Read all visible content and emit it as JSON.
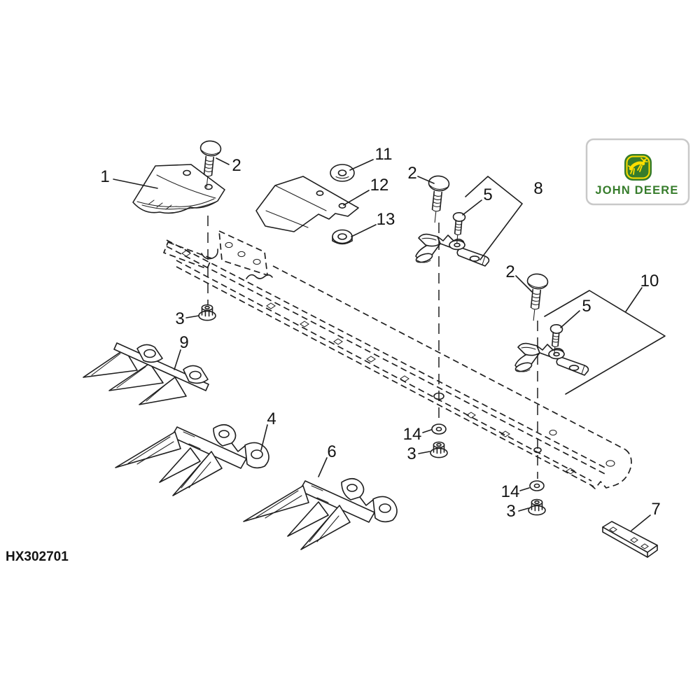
{
  "drawing": {
    "number": "HX302701",
    "callouts": {
      "c1": "1",
      "c2_left": "2",
      "c2_mid": "2",
      "c2_right": "2",
      "c3_left": "3",
      "c3_mid": "3",
      "c3_right": "3",
      "c4": "4",
      "c5_mid": "5",
      "c5_right": "5",
      "c6": "6",
      "c7": "7",
      "c8": "8",
      "c9": "9",
      "c10": "10",
      "c11": "11",
      "c12": "12",
      "c13": "13",
      "c14_mid": "14",
      "c14_right": "14"
    }
  },
  "logo": {
    "brand": "JOHN DEERE",
    "green": "#367C2B",
    "yellow": "#FFDE00",
    "border": "#c9c9c9"
  },
  "colors": {
    "line": "#1f1f1f",
    "background": "#ffffff"
  }
}
